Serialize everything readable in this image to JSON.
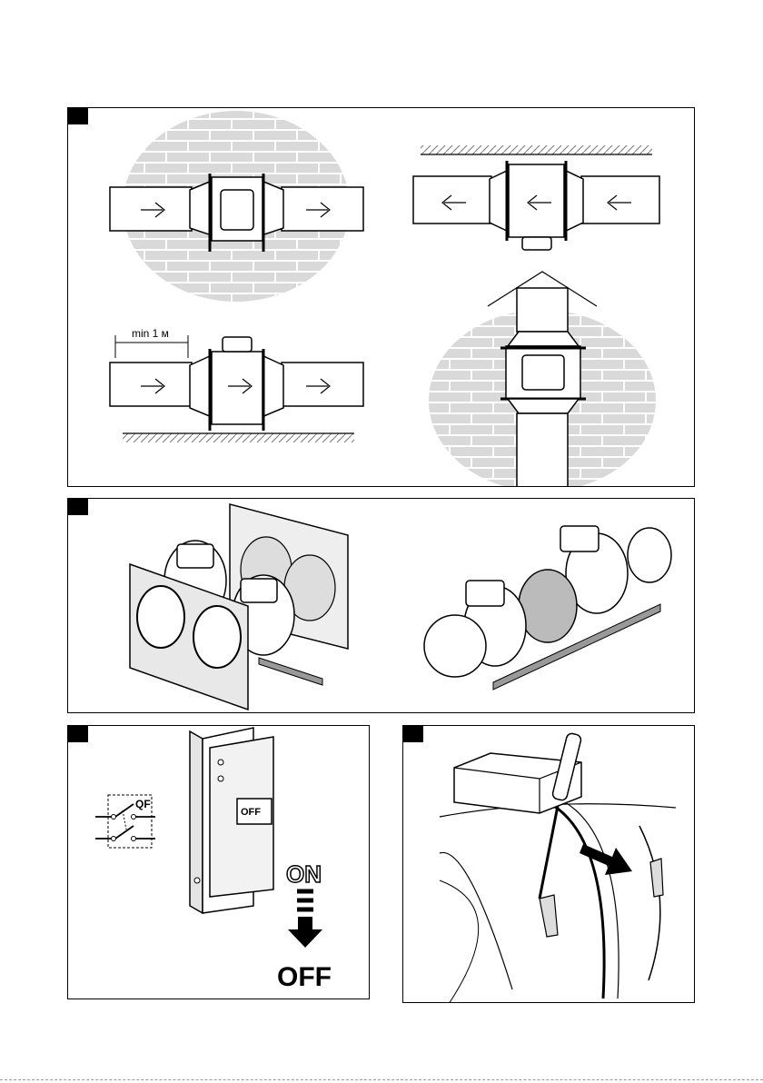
{
  "figure1": {
    "distance_label": "min 1 м"
  },
  "figure3": {
    "switch_label": "QF",
    "breaker_lever_label": "OFF",
    "state_on": "ON",
    "state_off": "OFF"
  },
  "icons": [
    "airflow-arrow-icon",
    "mounting-bracket-icon",
    "terminal-box-icon",
    "screwdriver-icon",
    "direction-arrow-icon"
  ]
}
